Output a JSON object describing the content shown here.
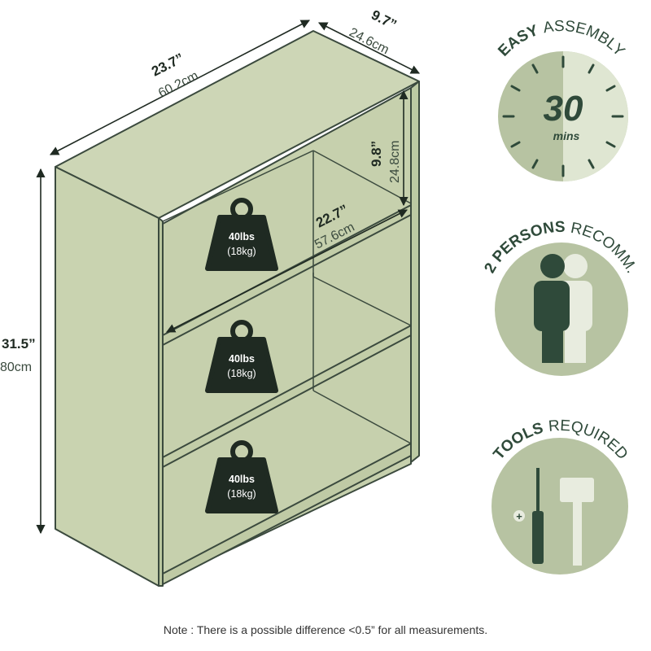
{
  "dimensions": {
    "width_in": "23.7”",
    "width_cm": "60.2cm",
    "depth_in": "9.7”",
    "depth_cm": "24.6cm",
    "height_in": "31.5”",
    "height_cm": "80cm",
    "shelf_height_in": "9.8”",
    "shelf_height_cm": "24.8cm",
    "inner_width_in": "22.7”",
    "inner_width_cm": "57.6cm"
  },
  "weight_badges": [
    {
      "lbs": "40lbs",
      "kg": "(18kg)"
    },
    {
      "lbs": "40lbs",
      "kg": "(18kg)"
    },
    {
      "lbs": "40lbs",
      "kg": "(18kg)"
    }
  ],
  "features": {
    "assembly": {
      "bold": "EASY",
      "regular": "ASSEMBLY",
      "minutes": "30",
      "unit": "mins"
    },
    "persons": {
      "bold": "2 PERSONS",
      "regular": "RECOMM."
    },
    "tools": {
      "bold": "TOOLS",
      "regular": "REQUIRED"
    }
  },
  "note": "Note : There is a possible difference <0.5” for all measurements.",
  "colors": {
    "panel": "#c9d3b0",
    "panel_side": "#bccaa3",
    "outline": "#3b4a3e",
    "badge_circle": "#b7c3a2",
    "dark_green": "#2f4a3a",
    "light": "#e6ebdc"
  }
}
